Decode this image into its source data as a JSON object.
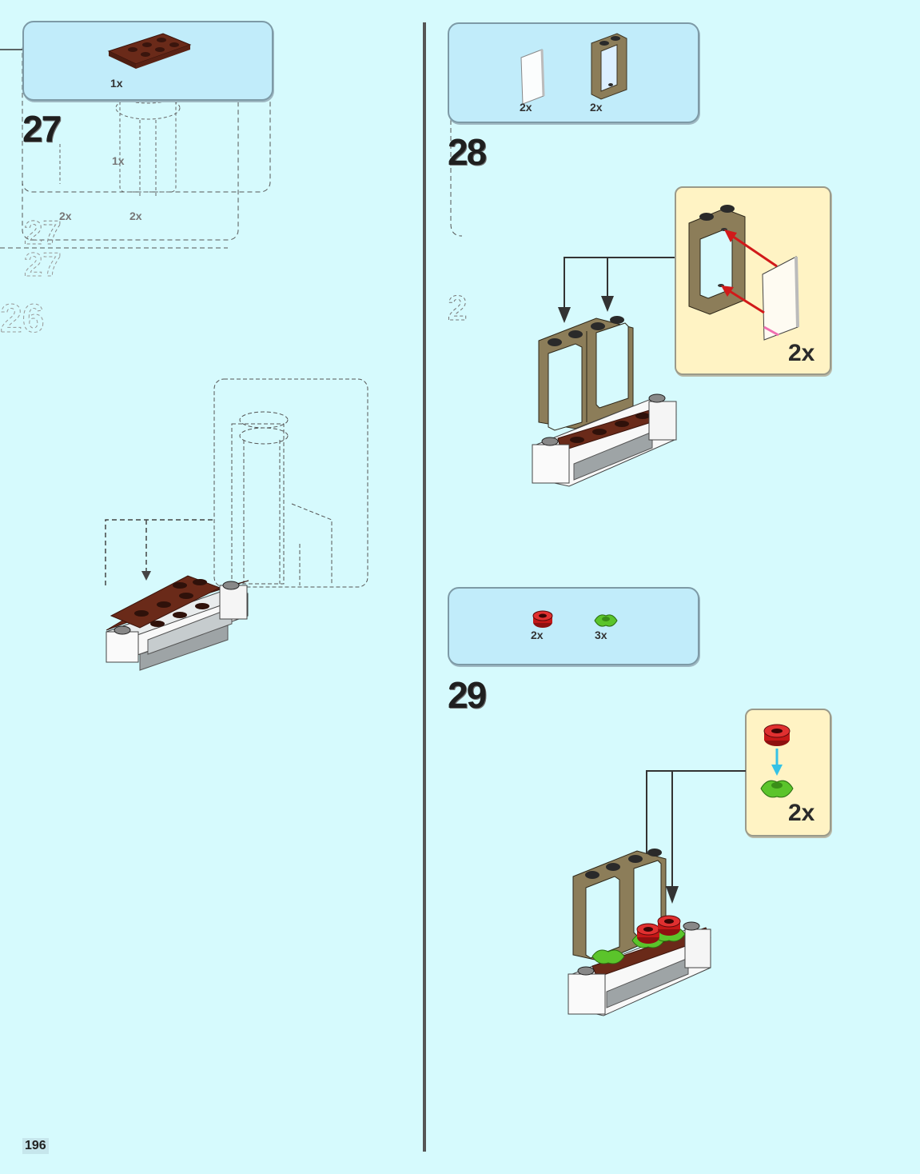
{
  "page_number": "196",
  "steps": [
    {
      "number": "27",
      "parts": [
        {
          "qty": "1x"
        }
      ]
    },
    {
      "number": "28",
      "parts": [
        {
          "qty": "2x"
        },
        {
          "qty": "2x"
        }
      ],
      "callout_qty": "2x"
    },
    {
      "number": "29",
      "parts": [
        {
          "qty": "2x"
        },
        {
          "qty": "3x"
        }
      ],
      "callout_qty": "2x"
    }
  ],
  "ghost_labels": [
    "2x",
    "2x",
    "1x"
  ],
  "colors": {
    "background": "#d6fafd",
    "parts_box": "#c1ecfa",
    "callout": "#fff3c4",
    "brick_brown": "#6a2a19",
    "frame_tan": "#8c7d59",
    "flower_red": "#c41818",
    "leaf_green": "#5bc42b",
    "arrow_red": "#d11a1a",
    "arrow_blue": "#35c2e6"
  }
}
